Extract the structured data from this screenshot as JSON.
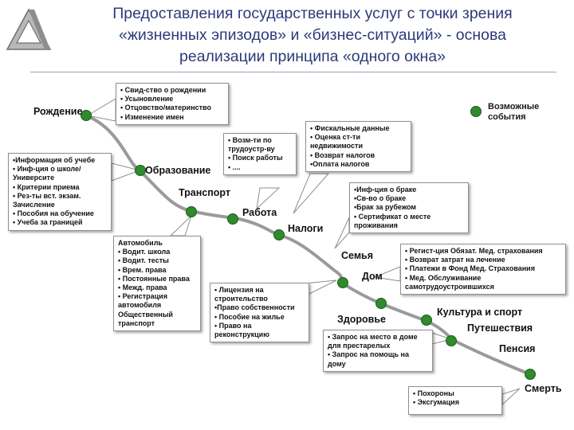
{
  "title": {
    "lines": [
      "Предоставления государственных услуг  с точки зрения",
      "«жизненных эпизодов» и «бизнес-ситуаций» - основа",
      "реализации принципа «одного окна»"
    ]
  },
  "legend": {
    "label_line1": "Возможные",
    "label_line2": "события",
    "dot_color": "#2e8b2e"
  },
  "colors": {
    "curve": "#9a9a9a",
    "dot": "#2e8b2e",
    "box_border": "#8f8f8f",
    "title": "#2d3a7a"
  },
  "events": [
    {
      "label": "Рождение"
    },
    {
      "label": "Образование"
    },
    {
      "label": "Транспорт"
    },
    {
      "label": "Работа"
    },
    {
      "label": "Налоги"
    },
    {
      "label": "Семья"
    },
    {
      "label": "Дом"
    },
    {
      "label": "Здоровье"
    },
    {
      "label": "Культура и спорт"
    },
    {
      "label": "Путешествия"
    },
    {
      "label": "Пенсия"
    },
    {
      "label": "Смерть"
    }
  ],
  "boxes": {
    "birth": [
      "• Свид-ство о рождении",
      "• Усыновление",
      "• Отцовство/материнство",
      "• Изменение имен"
    ],
    "education": [
      "•Информация об учебе",
      "• Инф-ция о школе/",
      "  Университе",
      "• Критерии приема",
      "• Рез-ты вст. экзам.",
      "  Зачисление",
      "• Пособия на обучение",
      "• Учеба за границей"
    ],
    "work": [
      "• Возм-ти по",
      "  трудоустр-ву",
      "• Поиск работы",
      "• ...."
    ],
    "taxes": [
      "• Фискальные данные",
      "• Оценка ст-ти",
      "  недвижимости",
      "• Возврат налогов",
      "•Оплата налогов"
    ],
    "family": [
      "•Инф-ция о браке",
      "•Св-во о браке",
      "•Брак за рубежом",
      "• Сертификат о месте",
      "  проживания"
    ],
    "transport": [
      "Автомобиль",
      "• Водит. школа",
      "• Водит. тесты",
      "• Врем. права",
      "• Постоянные права",
      "• Межд. права",
      "• Регистрация",
      "  автомобиля",
      "Общественный",
      "  транспорт"
    ],
    "home": [
      "• Лицензия на",
      "  строительство",
      "•Право собственности",
      "• Пособие на жилье",
      "• Право на",
      "  реконструкцию"
    ],
    "health": [
      "• Регист-ция Обязат. Мед. страхования",
      "• Возврат затрат на лечение",
      "• Платежи в Фонд Мед. Страхования",
      "• Мед. Обслуживание",
      "  самотрудоустроившихся"
    ],
    "pension": [
      "• Запрос на место в доме",
      "  для престарелых",
      "• Запрос на помощь на",
      "  дому"
    ],
    "death": [
      "• Похороны",
      "• Эксгумация"
    ]
  }
}
